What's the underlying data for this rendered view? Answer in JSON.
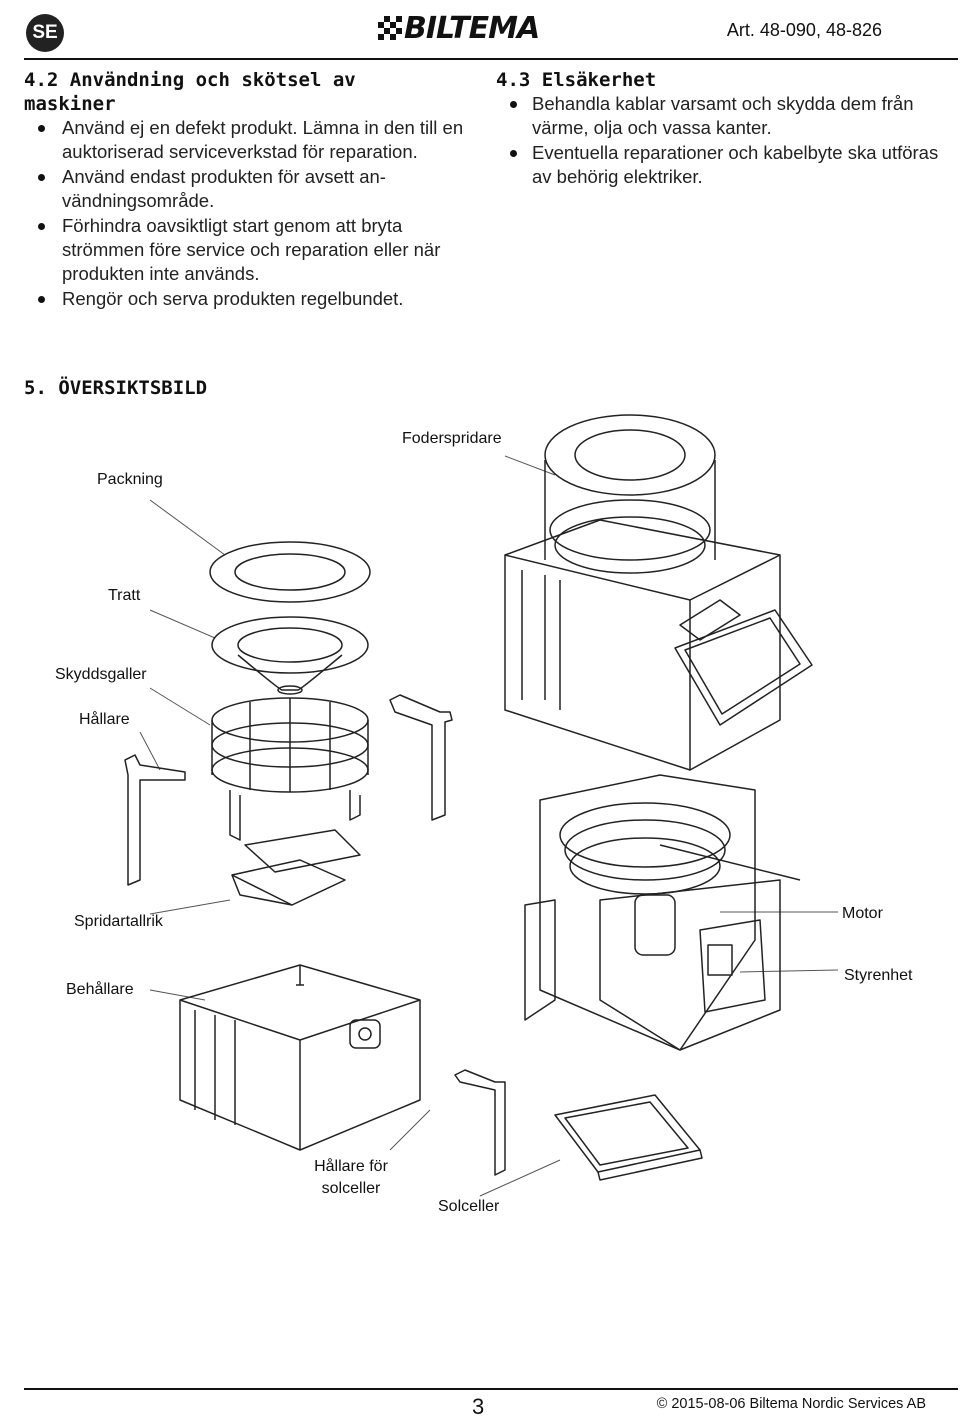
{
  "header": {
    "lang_badge": "SE",
    "brand": "BILTEMA",
    "article": "Art. 48-090, 48-826"
  },
  "section_4_2": {
    "title": "4.2 Användning och skötsel av maskiner",
    "items": [
      "Använd ej en defekt produkt. Lämna in den till en auktoriserad serviceverkstad för reparation.",
      "Använd endast produkten för avsett an-vändningsområde.",
      "Förhindra oavsiktligt start genom att bryta strömmen före service och reparation eller när produkten inte används.",
      "Rengör och serva produkten regelbundet."
    ]
  },
  "section_4_3": {
    "title": "4.3 Elsäkerhet",
    "items": [
      "Behandla kablar varsamt och skydda dem från värme, olja och vassa kanter.",
      "Eventuella reparationer och kabelbyte ska utföras av behörig elektriker."
    ]
  },
  "section_5": {
    "title": "5. ÖVERSIKTSBILD",
    "labels": {
      "foderspridare": "Foderspridare",
      "packning": "Packning",
      "tratt": "Tratt",
      "skyddsgaller": "Skyddsgaller",
      "hallare": "Hållare",
      "spridartallrik": "Spridartallrik",
      "motor": "Motor",
      "behallare": "Behållare",
      "styrenhet": "Styrenhet",
      "hallare_solceller": "Hållare för solceller",
      "solceller": "Solceller"
    }
  },
  "footer": {
    "page_number": "3",
    "copyright": "© 2015-08-06 Biltema Nordic Services AB"
  }
}
